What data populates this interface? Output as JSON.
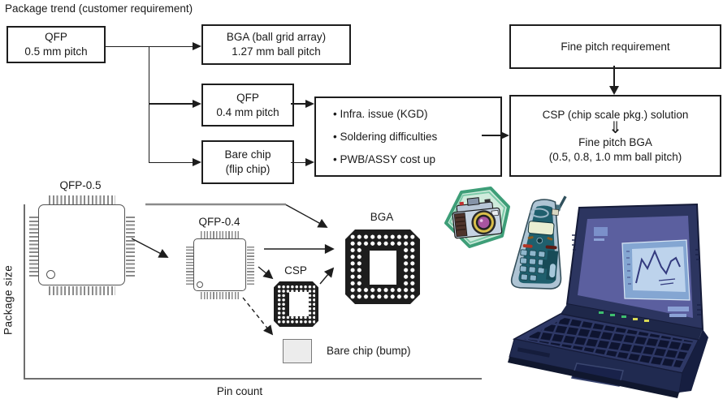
{
  "title": "Package trend (customer requirement)",
  "flowchart": {
    "qfp_05_box": {
      "line1": "QFP",
      "line2": "0.5 mm pitch"
    },
    "bga_127_box": {
      "line1": "BGA (ball grid array)",
      "line2": "1.27 mm ball pitch"
    },
    "qfp_04_box": {
      "line1": "QFP",
      "line2": "0.4 mm pitch"
    },
    "bare_chip_box": {
      "line1": "Bare chip",
      "line2": "(flip chip)"
    },
    "issues_box": {
      "items": [
        "• Infra. issue (KGD)",
        "• Soldering difficulties",
        "• PWB/ASSY cost up"
      ]
    },
    "fine_pitch_box": {
      "label": "Fine pitch requirement"
    },
    "csp_solution_box": {
      "line1": "CSP (chip scale pkg.) solution",
      "big_arrow": "⇓",
      "line2": "Fine pitch BGA",
      "line3": "(0.5, 0.8, 1.0 mm ball pitch)"
    }
  },
  "trend_chart": {
    "y_axis_label": "Package size",
    "x_axis_label": "Pin count",
    "package_labels": {
      "qfp05": "QFP-0.5",
      "qfp04": "QFP-0.4",
      "csp": "CSP",
      "bga": "BGA",
      "bare": "Bare chip (bump)"
    }
  },
  "clipart": {
    "camera": "digital-camera",
    "phone": "cordless-phone",
    "laptop": "notebook-computer"
  },
  "colors": {
    "line": "#1d1d1d",
    "axis_gray": "#6e6e6e",
    "chip_black": "#1d1d1d",
    "camera_hex_green": "#cfebdc",
    "phone_teal": "#1f5f6d",
    "laptop_navy": "#2c3560",
    "screen_purple": "#5b5f9f"
  }
}
